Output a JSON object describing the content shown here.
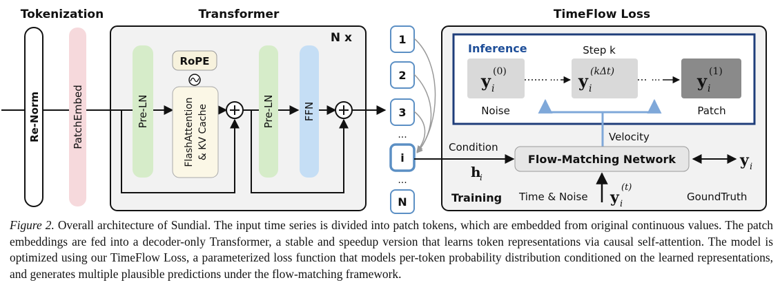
{
  "sections": {
    "tokenization": "Tokenization",
    "transformer": "Transformer",
    "timeflow_loss": "TimeFlow Loss"
  },
  "blocks": {
    "renorm": "Re-Norm",
    "patch_embed": "PatchEmbed",
    "rope": "RoPE",
    "pre_ln_1": "Pre-LN",
    "flash_line1": "FlashAttention",
    "flash_line2": "& KV Cache",
    "pre_ln_2": "Pre-LN",
    "ffn": "FFN",
    "n_times": "N x"
  },
  "tokens": [
    "1",
    "2",
    "3",
    "i",
    "N"
  ],
  "token_ellipses": [
    "...",
    "..."
  ],
  "loss": {
    "inference_label": "Inference",
    "step_label": "Step k",
    "noise_label": "Noise",
    "patch_label": "Patch",
    "ellipsis": "···",
    "velocity_label": "Velocity",
    "condition_label": "Condition",
    "network_label": "Flow-Matching Network",
    "training_label": "Training",
    "time_noise_label": "Time & Noise",
    "groundtruth_label": "GoundTruth",
    "sup_0": "(0)",
    "sup_k": "(kΔt)",
    "sup_1": "(1)",
    "sup_t": "(t)"
  },
  "caption": {
    "label": "Figure 2.",
    "text": " Overall architecture of Sundial. The input time series is divided into patch tokens, which are embedded from original continuous values. The patch embeddings are fed into a decoder-only Transformer, a stable and speedup version that learns token representations via causal self-attention. The model is optimized using our TimeFlow Loss, a parameterized loss function that models per-token probability distribution conditioned on the learned representations, and generates multiple plausible predictions under the flow-matching framework."
  },
  "colors": {
    "patch_embed": "#f6d9dc",
    "pre_ln": "#d6ecc9",
    "ffn": "#c5def5",
    "rope": "#f7f2dd",
    "flash": "#fbf7e6",
    "panel": "#f2f2f2",
    "token_border": "#5b8fc4",
    "inference_border": "#1f3d7a",
    "inference_text": "#1f4f99",
    "velocity_arrow": "#7fa8d9",
    "patch_box": "#8a8a8a",
    "state_box": "#d9d9d9"
  }
}
